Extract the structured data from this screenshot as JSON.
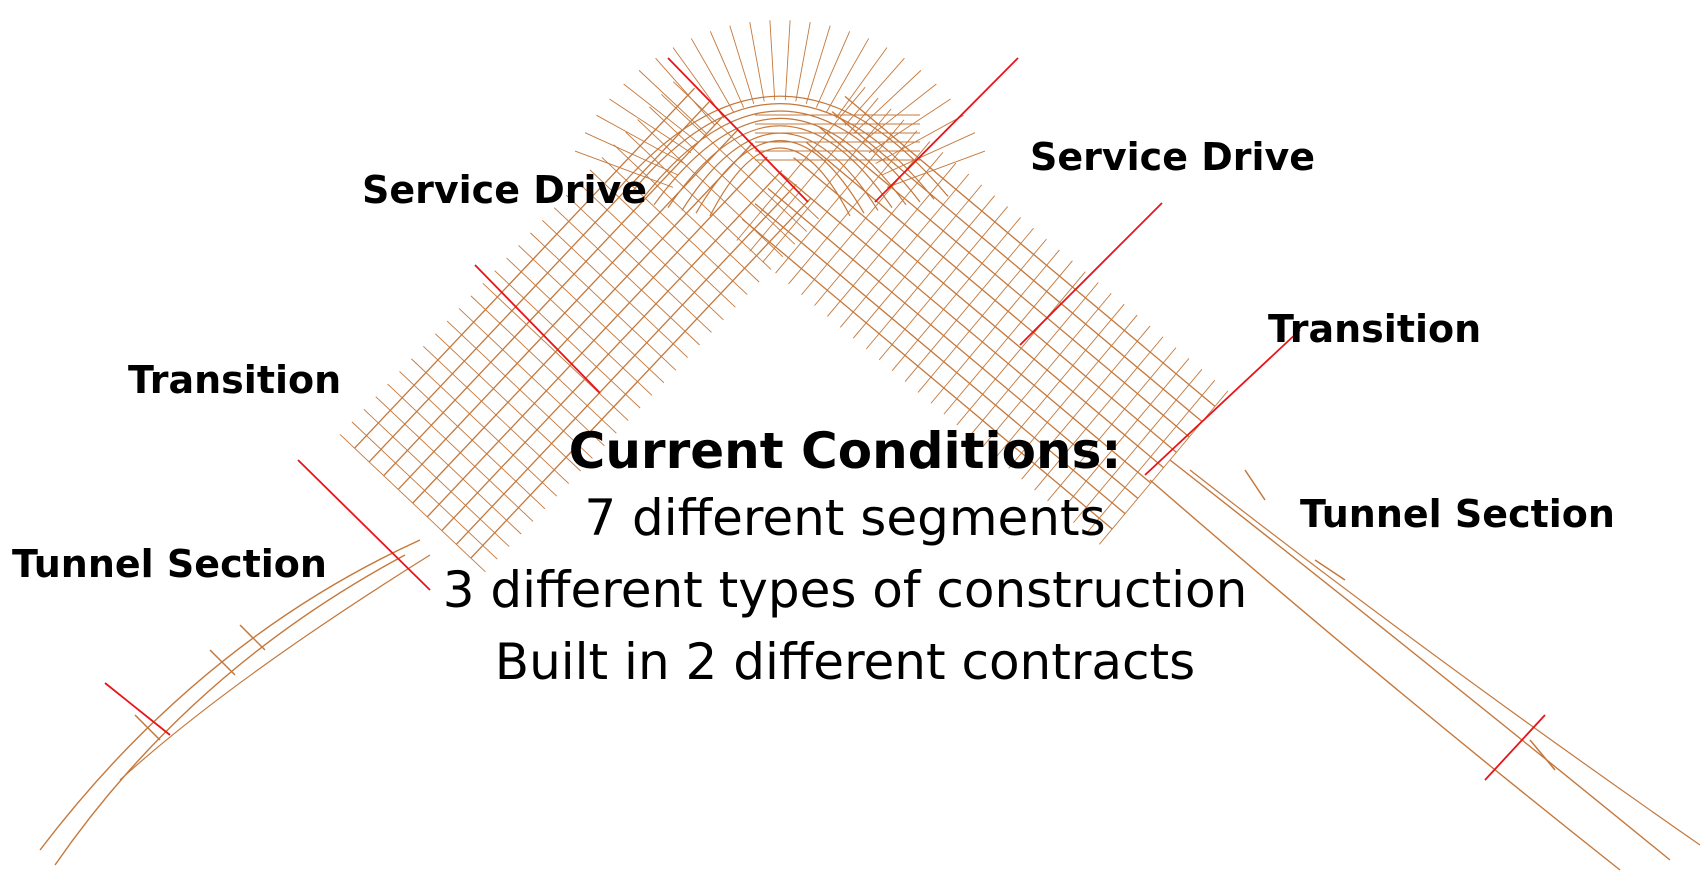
{
  "colors": {
    "structure": "#c4783c",
    "cut_line": "#e8141a",
    "text": "#000000"
  },
  "labels": {
    "service_drive_left": "Service Drive",
    "service_drive_right": "Service Drive",
    "transition_left": "Transition",
    "transition_right": "Transition",
    "tunnel_left": "Tunnel Section",
    "tunnel_right": "Tunnel Section"
  },
  "summary": {
    "title": "Current Conditions:",
    "lines": [
      "7 different segments",
      "3 different types of construction",
      "Built in 2 different contracts"
    ]
  }
}
